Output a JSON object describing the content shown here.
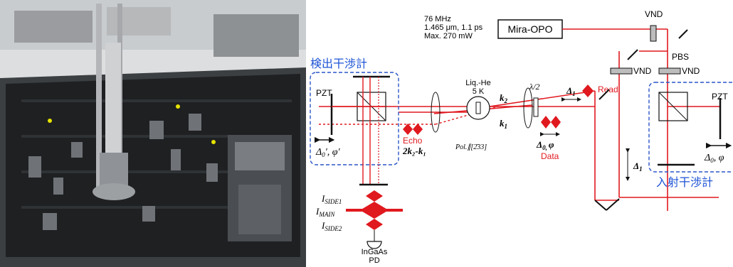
{
  "photo": {
    "description_icon": "optical-table-photo"
  },
  "source": {
    "specs": [
      "76 MHz",
      "1.465 μm, 1.1 ps",
      "Max. 270 mW"
    ],
    "laser_label": "Mira-OPO"
  },
  "interferometers": {
    "detection": "検出干渉計",
    "incident": "入射干渉計"
  },
  "components": {
    "vnd": "VND",
    "pbs": "PBS",
    "pzt": "PZT",
    "cryostat_name": "Liq.-He",
    "cryostat_temp": "5 K",
    "half_wave": "λ/2",
    "detector_line1": "InGaAs",
    "detector_line2": "PD"
  },
  "beams": {
    "k2": "k",
    "k2_sub": "2",
    "k1": "k",
    "k1_sub": "1",
    "pol_text": "Pol.∥[2̄33]"
  },
  "pulses": {
    "read": "Read",
    "data": "Data",
    "echo": "Echo",
    "echo_formula": "2k₂-k₁",
    "delta1": "Δ",
    "delta1_sub": "1",
    "data_param": "Δ",
    "data_param_sub": "0,",
    "data_phi": "φ"
  },
  "detection_labels": {
    "delta0p": "Δ",
    "delta0p_sub": "0",
    "delta0p_rest": "′, φ′",
    "incident_delta": "Δ",
    "incident_delta_sub": "0",
    "incident_rest": ", φ"
  },
  "outputs": {
    "side1": "I",
    "side1_sub": "SIDE1",
    "main": "I",
    "main_sub": "MAIN",
    "side2": "I",
    "side2_sub": "SIDE2"
  },
  "colors": {
    "beam": "#e0191f",
    "box": "#2a55c8",
    "interf_text": "#1f55d6",
    "line": "#111111"
  }
}
